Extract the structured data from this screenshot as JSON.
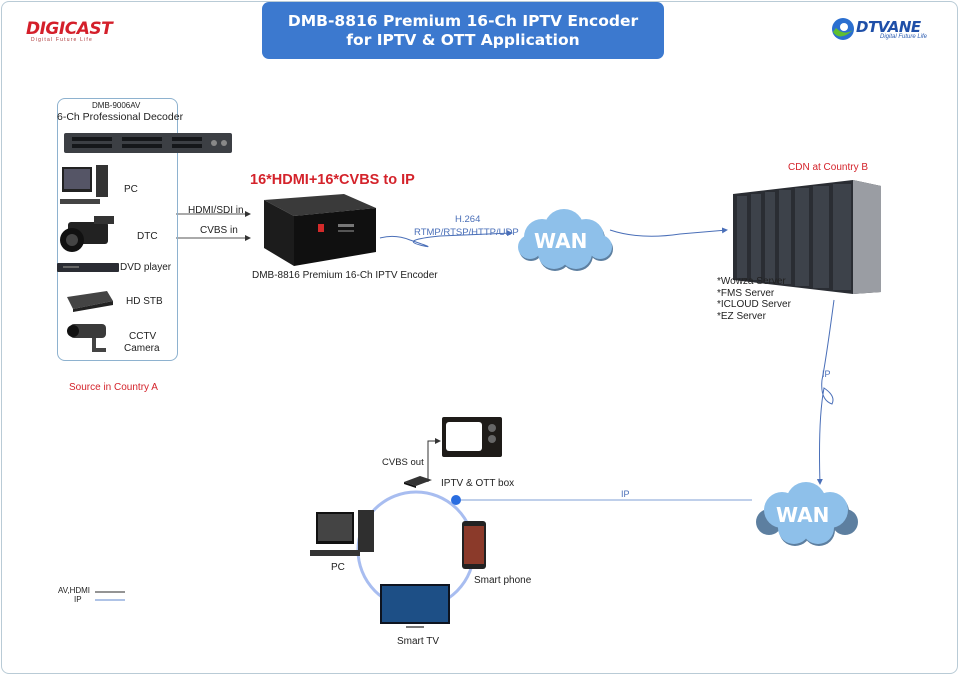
{
  "header": {
    "title_line1": "DMB-8816 Premium 16-Ch IPTV Encoder",
    "title_line2": "for IPTV & OTT Application",
    "logo_left": {
      "brand": "DIGICAST",
      "tagline": "Digital Future Life"
    },
    "logo_right": {
      "brand": "DTVANE",
      "tagline": "Digital Future Life"
    }
  },
  "sources": {
    "decoder_model": "DMB-9006AV",
    "decoder_name": "6-Ch Professional Decoder",
    "devices": [
      "PC",
      "DTC",
      "DVD player",
      "HD STB",
      "CCTV",
      "Camera"
    ],
    "caption": "Source in Country A"
  },
  "encoder": {
    "headline": "16*HDMI+16*CVBS to IP",
    "name": "DMB-8816 Premium 16-Ch IPTV Encoder",
    "inputs": [
      "HDMI/SDI in",
      "CVBS in"
    ]
  },
  "stream": {
    "codec": "H.264",
    "protocols": "RTMP/RTSP/HTTP/UDP"
  },
  "wan": {
    "label": "WAN"
  },
  "cdn": {
    "caption": "CDN at Country B",
    "servers": [
      "*Wowza Server",
      "*FMS Server",
      "*ICLOUD Server",
      "*EZ Server"
    ]
  },
  "links": {
    "ip_vertical": "IP",
    "ip_horizontal": "IP"
  },
  "clients": {
    "box_label": "IPTV & OTT box",
    "cvbs_out": "CVBS out",
    "pc": "PC",
    "smart_phone": "Smart phone",
    "smart_tv": "Smart TV"
  },
  "legend": {
    "items": [
      {
        "label": "AV,HDMI",
        "color": "#555555"
      },
      {
        "label": "IP",
        "color": "#7f9fd6"
      }
    ]
  },
  "colors": {
    "accent_blue": "#3c79cf",
    "brand_red": "#d4232b",
    "cloud": "#8ec0ea",
    "ring": "#a8bdf0"
  }
}
